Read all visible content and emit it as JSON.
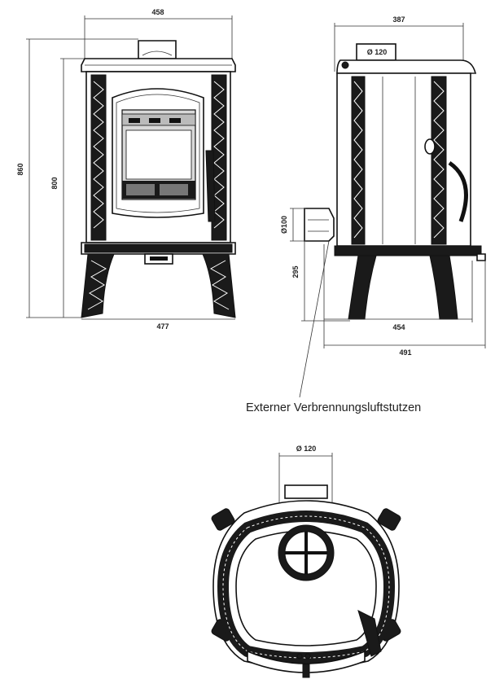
{
  "front_view": {
    "width_top": "458",
    "width_base": "477",
    "height_total": "860",
    "height_body": "800"
  },
  "side_view": {
    "depth_top": "387",
    "flue_diameter": "Ø 120",
    "air_inlet_diameter": "Ø100",
    "air_inlet_height": "295",
    "depth_feet": "454",
    "depth_total": "491"
  },
  "caption": "Externer Verbrennungsluftstutzen",
  "top_view": {
    "flue_diameter": "Ø 120"
  }
}
